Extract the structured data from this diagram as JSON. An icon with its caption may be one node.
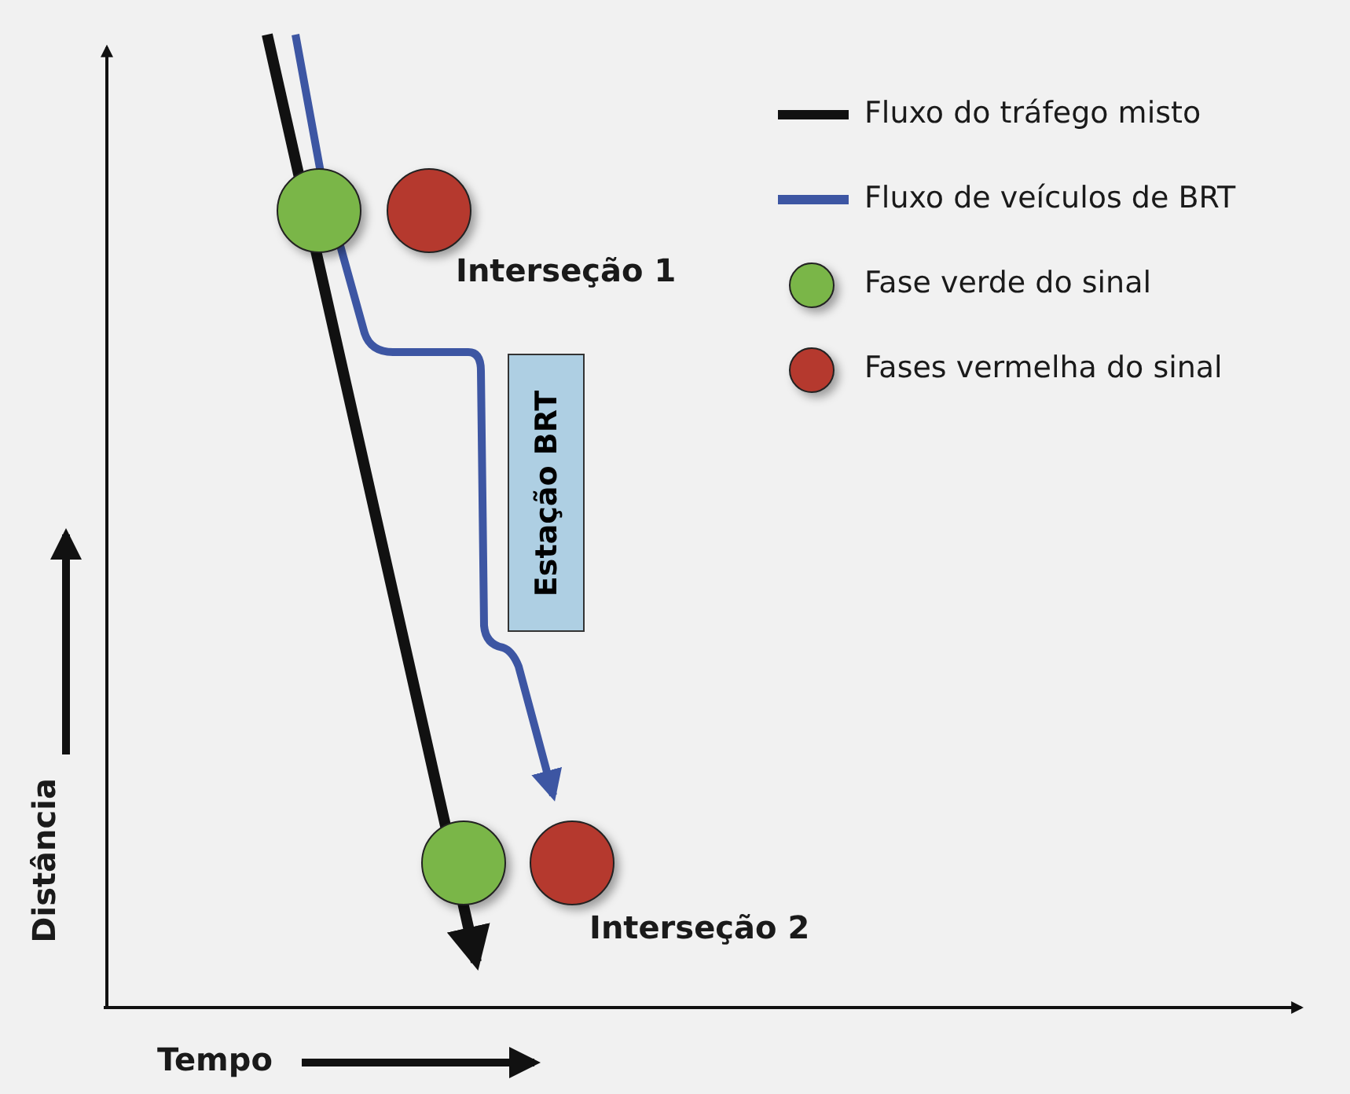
{
  "diagram": {
    "nodes": [
      {
        "text": [],
        "shape": "circle"
      },
      {
        "text": [],
        "shape": "circle"
      },
      {
        "text": [
          "Estação BRT"
        ]
      },
      {
        "text": [],
        "shape": "circle"
      },
      {
        "text": [],
        "shape": "circle"
      }
    ],
    "labels": [
      "Interseção 1",
      "Interseção 2",
      "Distância",
      "Tempo"
    ],
    "legend": [
      {
        "text": "Fluxo do tráfego misto"
      },
      {
        "text": "Fluxo de veículos de BRT"
      },
      {
        "text": "Fase verde do sinal",
        "color": "#7ab648"
      },
      {
        "text": "Fases vermelha do sinal",
        "color": "#b5392e"
      }
    ]
  }
}
